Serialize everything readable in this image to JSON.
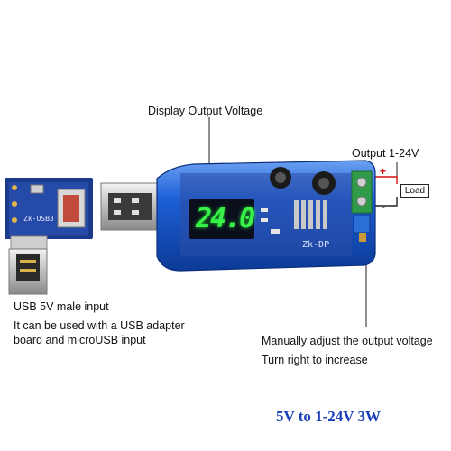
{
  "labels": {
    "display_output_voltage": "Display Output Voltage",
    "output_range": "Output 1-24V",
    "plus_sign": "+",
    "minus_sign": "-",
    "load": "Load",
    "usb_input": "USB 5V male input",
    "adapter_note_line1": "It can be used with a USB adapter",
    "adapter_note_line2": "board and microUSB input",
    "adjust_line1": "Manually adjust the output voltage",
    "adjust_line2": "Turn right to increase",
    "title": "5V to 1-24V 3W"
  },
  "display": {
    "reading": "24.0"
  },
  "pcb_marks": {
    "board_brand": "Zk-DP",
    "adapter_brand": "Zk-USB3"
  },
  "colors": {
    "case_blue": "#1d5fd6",
    "display_green": "#38f24a",
    "title_blue": "#1a3fb8",
    "wire_red": "#d01010"
  }
}
